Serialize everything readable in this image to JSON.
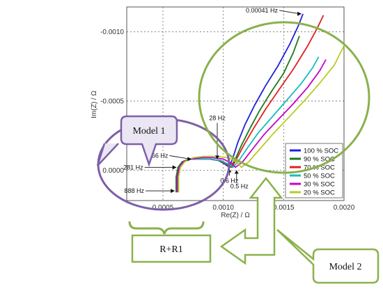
{
  "chart_data": {
    "type": "line",
    "xlabel": "Re(Z) / Ω",
    "ylabel": "Im(Z) / Ω",
    "xlim": [
      0.0002,
      0.002
    ],
    "ylim": [
      0.00022,
      -0.00118
    ],
    "x_ticks": [
      0.0005,
      0.001,
      0.0015,
      0.002
    ],
    "x_tick_labels": [
      "0.0005",
      "0.0010",
      "0.0015",
      "0.0020"
    ],
    "y_ticks": [
      -0.001,
      -0.0005,
      0
    ],
    "y_tick_labels": [
      "-0.0010",
      "-0.0005",
      "0.0000"
    ],
    "grid": true,
    "legend_position": "bottom-right",
    "series": [
      {
        "name": "100 % SOC",
        "color": "#1f1fe0",
        "x": [
          0.00061,
          0.00061,
          0.000625,
          0.00066,
          0.00072,
          0.0008,
          0.00088,
          0.00096,
          0.00102,
          0.00105,
          0.00108,
          0.00112,
          0.00118,
          0.00126,
          0.00135,
          0.00145,
          0.00155,
          0.00162,
          0.00166
        ],
        "y": [
          0.00016,
          5e-05,
          -2e-05,
          -6e-05,
          -8e-05,
          -8e-05,
          -8e-05,
          -7e-05,
          -4e-05,
          -2e-05,
          -9e-05,
          -0.0002,
          -0.00033,
          -0.00047,
          -0.00061,
          -0.00075,
          -0.00091,
          -0.00104,
          -0.00113
        ]
      },
      {
        "name": "90 % SOC",
        "color": "#1a7a1a",
        "x": [
          0.00061,
          0.00061,
          0.000625,
          0.00066,
          0.00072,
          0.0008,
          0.00088,
          0.00096,
          0.00103,
          0.00106,
          0.0011,
          0.00115,
          0.00122,
          0.0013,
          0.0014,
          0.0015,
          0.00158,
          0.00163
        ],
        "y": [
          0.00016,
          5e-05,
          -2e-05,
          -6e-05,
          -8e-05,
          -8e-05,
          -8e-05,
          -7e-05,
          -4e-05,
          -2e-05,
          -8e-05,
          -0.00018,
          -0.0003,
          -0.00043,
          -0.00057,
          -0.0007,
          -0.00085,
          -0.00097
        ]
      },
      {
        "name": "70 % SOC",
        "color": "#e02020",
        "x": [
          0.00062,
          0.00062,
          0.000635,
          0.00067,
          0.00073,
          0.00081,
          0.00089,
          0.00097,
          0.00104,
          0.00107,
          0.00111,
          0.00117,
          0.00125,
          0.00135,
          0.00146,
          0.00158,
          0.0017,
          0.00178,
          0.00183
        ],
        "y": [
          0.00016,
          5e-05,
          -2e-05,
          -6e-05,
          -8e-05,
          -8e-05,
          -8e-05,
          -7e-05,
          -4e-05,
          -2e-05,
          -8e-05,
          -0.00018,
          -0.0003,
          -0.00044,
          -0.00058,
          -0.00073,
          -0.0009,
          -0.00103,
          -0.00112
        ]
      },
      {
        "name": "50 % SOC",
        "color": "#18bcc0",
        "x": [
          0.00062,
          0.00062,
          0.000635,
          0.00067,
          0.00073,
          0.00081,
          0.00089,
          0.00098,
          0.00105,
          0.00108,
          0.00113,
          0.0012,
          0.00129,
          0.0014,
          0.00152,
          0.00164,
          0.00174,
          0.00179
        ],
        "y": [
          0.00016,
          5e-05,
          -2e-05,
          -6e-05,
          -8e-05,
          -8e-05,
          -8e-05,
          -7e-05,
          -4e-05,
          -2e-05,
          -7e-05,
          -0.00016,
          -0.00027,
          -0.00038,
          -0.0005,
          -0.00062,
          -0.00074,
          -0.00082
        ]
      },
      {
        "name": "30 % SOC",
        "color": "#c800c8",
        "x": [
          0.00062,
          0.00062,
          0.000635,
          0.00067,
          0.00073,
          0.00082,
          0.00091,
          0.001,
          0.00107,
          0.0011,
          0.00116,
          0.00124,
          0.00134,
          0.00146,
          0.00158,
          0.0017,
          0.0018,
          0.00185
        ],
        "y": [
          0.00016,
          5e-05,
          -2e-05,
          -6e-05,
          -8e-05,
          -9e-05,
          -9e-05,
          -8e-05,
          -5e-05,
          -2e-05,
          -6e-05,
          -0.00015,
          -0.00026,
          -0.00037,
          -0.00048,
          -0.0006,
          -0.00072,
          -0.0008
        ]
      },
      {
        "name": "20 % SOC",
        "color": "#b8cc22",
        "x": [
          0.00063,
          0.00063,
          0.000645,
          0.00068,
          0.00075,
          0.00084,
          0.00094,
          0.00104,
          0.00111,
          0.00115,
          0.00121,
          0.0013,
          0.00141,
          0.00154,
          0.00167,
          0.0018,
          0.00192,
          0.002
        ],
        "y": [
          0.00016,
          5e-05,
          -2e-05,
          -6e-05,
          -9e-05,
          -0.0001,
          -0.0001,
          -9e-05,
          -6e-05,
          -2e-05,
          -6e-05,
          -0.00015,
          -0.00026,
          -0.00038,
          -0.0005,
          -0.00063,
          -0.00076,
          -0.0009
        ]
      }
    ],
    "annotations": [
      {
        "text": "888 Hz",
        "x": 0.00061,
        "y": 0.00015
      },
      {
        "text": "281 Hz",
        "x": 0.000625,
        "y": -2e-05
      },
      {
        "text": "66 Hz",
        "x": 0.00075,
        "y": -8e-05
      },
      {
        "text": "28 Hz",
        "x": 0.00095,
        "y": -7e-05
      },
      {
        "text": "0.6 Hz",
        "x": 0.00105,
        "y": -2e-05
      },
      {
        "text": "0.5 Hz",
        "x": 0.00111,
        "y": -1e-05
      },
      {
        "text": "0.00041 Hz",
        "x": 0.00166,
        "y": -0.00113
      }
    ]
  },
  "callouts": {
    "model1": "Model 1",
    "model2": "Model 2",
    "resistance": "R+R1"
  },
  "colors": {
    "green_highlight": "#8ab14a",
    "purple_highlight": "#7d5fa8",
    "callout_fill_purple": "#ebe6f3"
  }
}
